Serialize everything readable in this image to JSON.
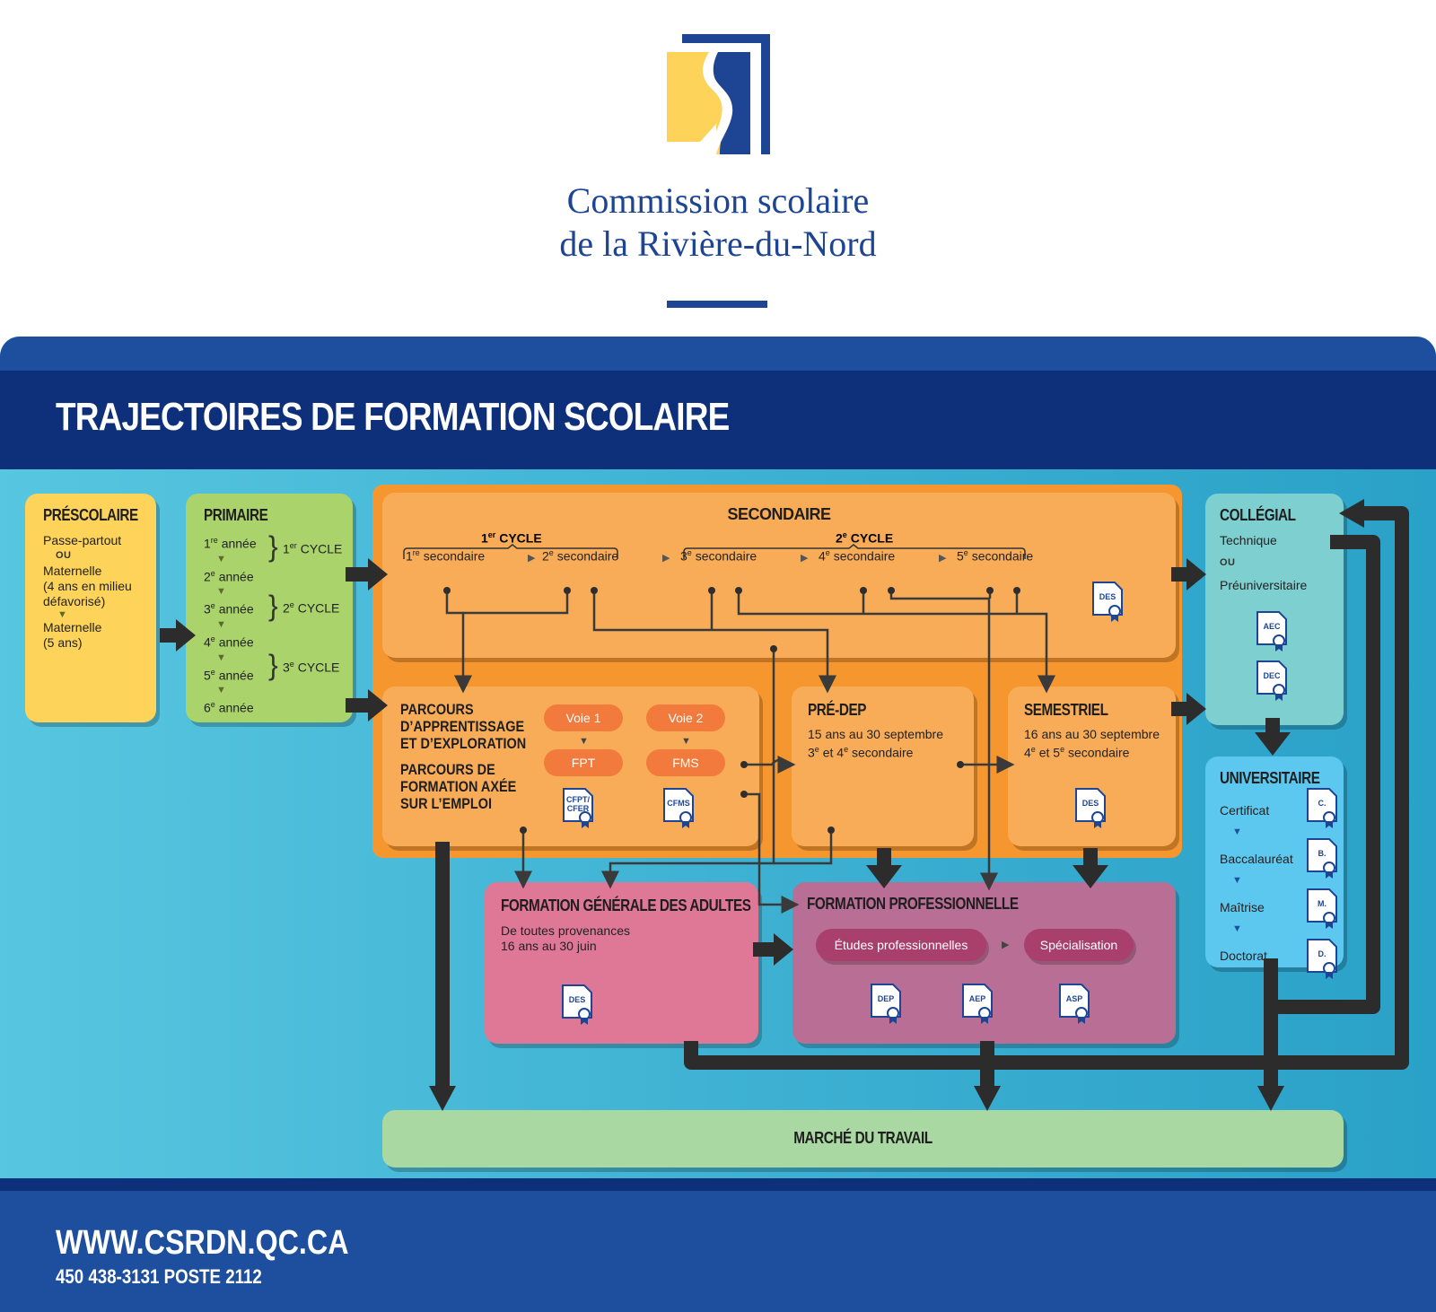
{
  "logo": {
    "line1": "Commission scolaire",
    "line2": "de la Rivière-du-Nord"
  },
  "header": {
    "title": "TRAJECTOIRES DE FORMATION SCOLAIRE"
  },
  "footer": {
    "website": "WWW.CSRDN.QC.CA",
    "phone": "450 438-3131 POSTE 2112"
  },
  "colors": {
    "navy": "#0e2f7a",
    "blue": "#1d4f9e",
    "teal_bg": "#3fb2d3",
    "orange": "#f8ac57",
    "yellow": "#fdd35a",
    "green": "#aad46b"
  },
  "prescolaire": {
    "title": "PRÉSCOLAIRE",
    "item1": "Passe-partout",
    "ou": "OU",
    "item2": "Maternelle",
    "item2b": "(4 ans en milieu",
    "item2c": "défavorisé)",
    "item3": "Maternelle",
    "item3b": "(5 ans)"
  },
  "primaire": {
    "title": "PRIMAIRE",
    "years": [
      {
        "n": "1",
        "sup": "re",
        "label": " année"
      },
      {
        "n": "2",
        "sup": "e",
        "label": " année"
      },
      {
        "n": "3",
        "sup": "e",
        "label": " année"
      },
      {
        "n": "4",
        "sup": "e",
        "label": " année"
      },
      {
        "n": "5",
        "sup": "e",
        "label": " année"
      },
      {
        "n": "6",
        "sup": "e",
        "label": " année"
      }
    ],
    "cycles": [
      {
        "n": "1",
        "sup": "er",
        "label": " CYCLE"
      },
      {
        "n": "2",
        "sup": "e",
        "label": " CYCLE"
      },
      {
        "n": "3",
        "sup": "e",
        "label": " CYCLE"
      }
    ]
  },
  "secondaire": {
    "title": "SECONDAIRE",
    "cycle1": {
      "n": "1",
      "sup": "er",
      "label": " CYCLE"
    },
    "cycle2": {
      "n": "2",
      "sup": "e",
      "label": " CYCLE"
    },
    "levels": [
      {
        "n": "1",
        "sup": "re",
        "label": " secondaire"
      },
      {
        "n": "2",
        "sup": "e",
        "label": " secondaire"
      },
      {
        "n": "3",
        "sup": "e",
        "label": " secondaire"
      },
      {
        "n": "4",
        "sup": "e",
        "label": " secondaire"
      },
      {
        "n": "5",
        "sup": "e",
        "label": " secondaire"
      }
    ],
    "diploma": "DES"
  },
  "parcours": {
    "title1a": "PARCOURS",
    "title1b": "D’APPRENTISSAGE",
    "title1c": "ET D’EXPLORATION",
    "title2a": "PARCOURS DE",
    "title2b": "FORMATION AXÉE",
    "title2c": "SUR L’EMPLOI",
    "voie1": "Voie 1",
    "voie2": "Voie 2",
    "fpt": "FPT",
    "fms": "FMS",
    "dipl1a": "CFPT/",
    "dipl1b": "CFER",
    "dipl2": "CFMS"
  },
  "predep": {
    "title": "PRÉ-DEP",
    "line1": "15 ans au 30 septembre",
    "line2": {
      "a": "3",
      "asup": "e",
      "mid": " et 4",
      "bsup": "e",
      "end": " secondaire"
    }
  },
  "semestriel": {
    "title": "SEMESTRIEL",
    "line1": "16 ans au 30 septembre",
    "line2": {
      "a": "4",
      "asup": "e",
      "mid": " et 5",
      "bsup": "e",
      "end": " secondaire"
    },
    "diploma": "DES"
  },
  "collegial": {
    "title": "COLLÉGIAL",
    "item1": "Technique",
    "ou": "OU",
    "item2": "Préuniversitaire",
    "dipl1": "AEC",
    "dipl2": "DEC"
  },
  "universitaire": {
    "title": "UNIVERSITAIRE",
    "items": [
      "Certificat",
      "Baccalauréat",
      "Maîtrise",
      "Doctorat"
    ],
    "dipls": [
      "C.",
      "B.",
      "M.",
      "D."
    ]
  },
  "fga": {
    "title": "FORMATION GÉNÉRALE DES ADULTES",
    "line1": "De toutes provenances",
    "line2": "16 ans au 30 juin",
    "diploma": "DES"
  },
  "fp": {
    "title": "FORMATION PROFESSIONNELLE",
    "pill1": "Études professionnelles",
    "pill2": "Spécialisation",
    "dipls": [
      "DEP",
      "AEP",
      "ASP"
    ]
  },
  "marche": {
    "title": "MARCHÉ DU TRAVAIL"
  }
}
